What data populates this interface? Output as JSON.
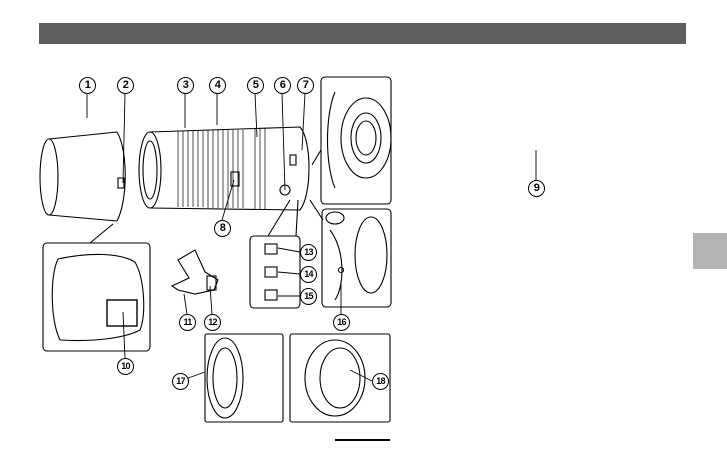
{
  "callouts": [
    {
      "id": "1",
      "label": "1"
    },
    {
      "id": "2",
      "label": "2"
    },
    {
      "id": "3",
      "label": "3"
    },
    {
      "id": "4",
      "label": "4"
    },
    {
      "id": "5",
      "label": "5"
    },
    {
      "id": "6",
      "label": "6"
    },
    {
      "id": "7",
      "label": "7"
    },
    {
      "id": "8",
      "label": "8"
    },
    {
      "id": "9",
      "label": "9"
    },
    {
      "id": "10",
      "label": "10"
    },
    {
      "id": "11",
      "label": "11"
    },
    {
      "id": "12",
      "label": "12"
    },
    {
      "id": "13",
      "label": "13"
    },
    {
      "id": "14",
      "label": "14"
    },
    {
      "id": "15",
      "label": "15"
    },
    {
      "id": "16",
      "label": "16"
    },
    {
      "id": "17",
      "label": "17"
    },
    {
      "id": "18",
      "label": "18"
    }
  ],
  "colors": {
    "header_bar": "#5e5e5e",
    "side_tab": "#b3b3b3",
    "line": "#000000"
  }
}
